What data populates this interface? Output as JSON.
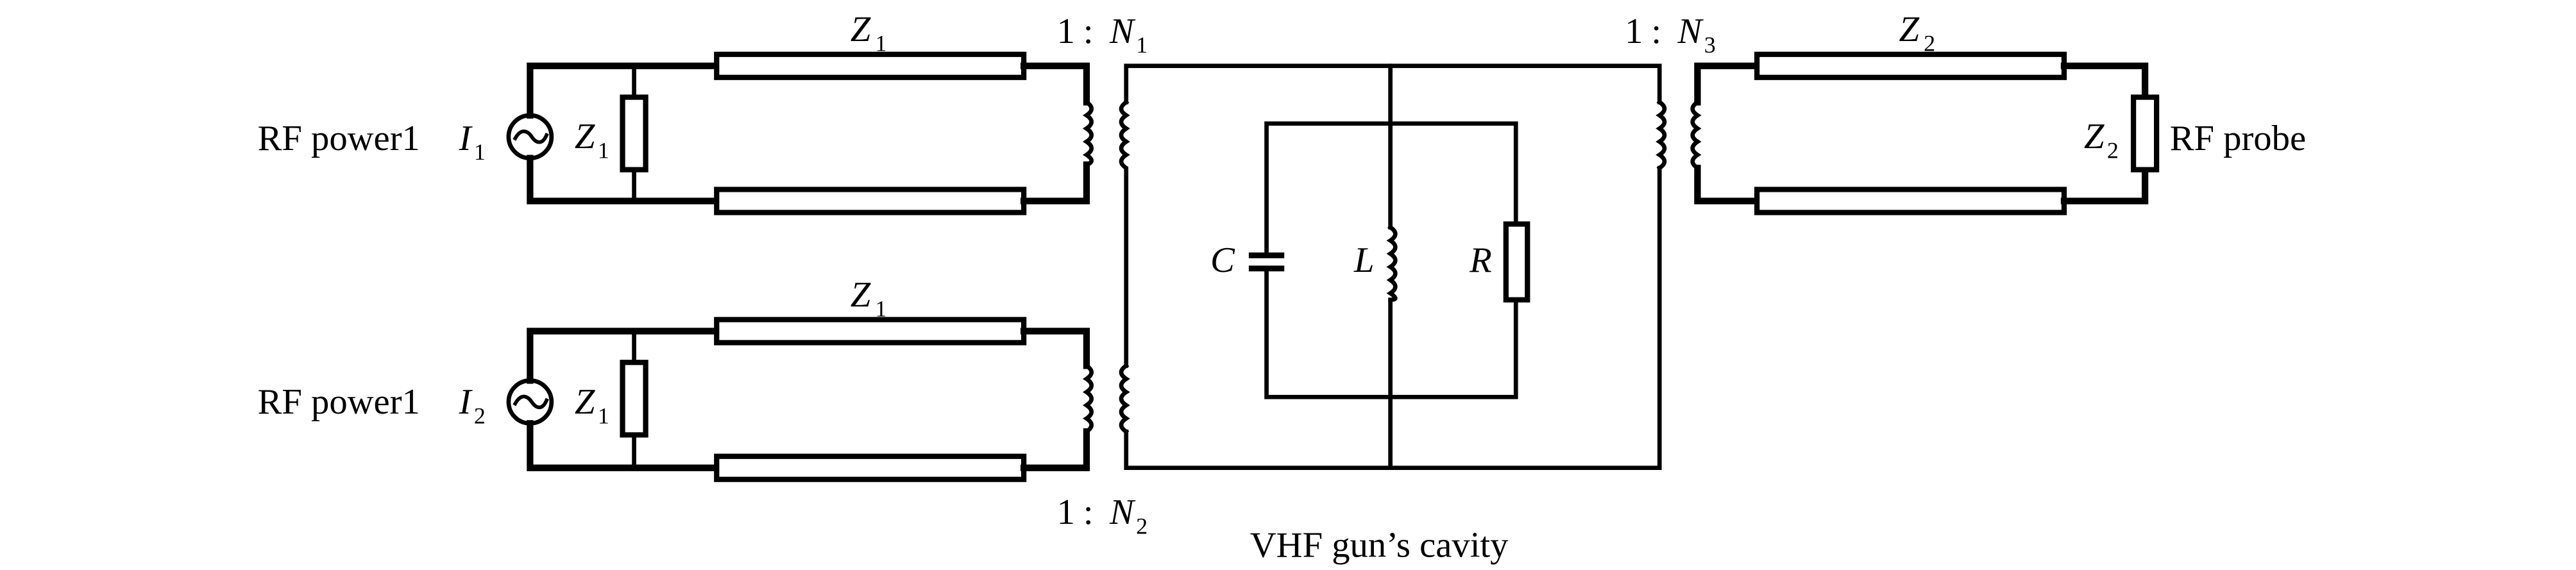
{
  "figure": {
    "type": "circuit-diagram",
    "background": "#ffffff",
    "ink": "#000000"
  },
  "sources": [
    {
      "label": "RF power1",
      "current_symbol": "I",
      "current_sub": "1",
      "internal_impedance": "Z",
      "internal_impedance_sub": "1"
    },
    {
      "label": "RF power1",
      "current_symbol": "I",
      "current_sub": "2",
      "internal_impedance": "Z",
      "internal_impedance_sub": "1"
    }
  ],
  "lines": [
    {
      "symbol": "Z",
      "sub": "1"
    },
    {
      "symbol": "Z",
      "sub": "1"
    },
    {
      "symbol": "Z",
      "sub": "2"
    }
  ],
  "transformers": [
    {
      "ratio_left": "1",
      "sep": ":",
      "symbol": "N",
      "sub": "1"
    },
    {
      "ratio_left": "1",
      "sep": ":",
      "symbol": "N",
      "sub": "2"
    },
    {
      "ratio_left": "1",
      "sep": ":",
      "symbol": "N",
      "sub": "3"
    }
  ],
  "cavity": {
    "label": "VHF gun’s cavity",
    "components": [
      {
        "symbol": "C",
        "kind": "capacitor"
      },
      {
        "symbol": "L",
        "kind": "inductor"
      },
      {
        "symbol": "R",
        "kind": "resistor"
      }
    ]
  },
  "probe": {
    "label": "RF probe",
    "impedance": "Z",
    "impedance_sub": "2"
  }
}
